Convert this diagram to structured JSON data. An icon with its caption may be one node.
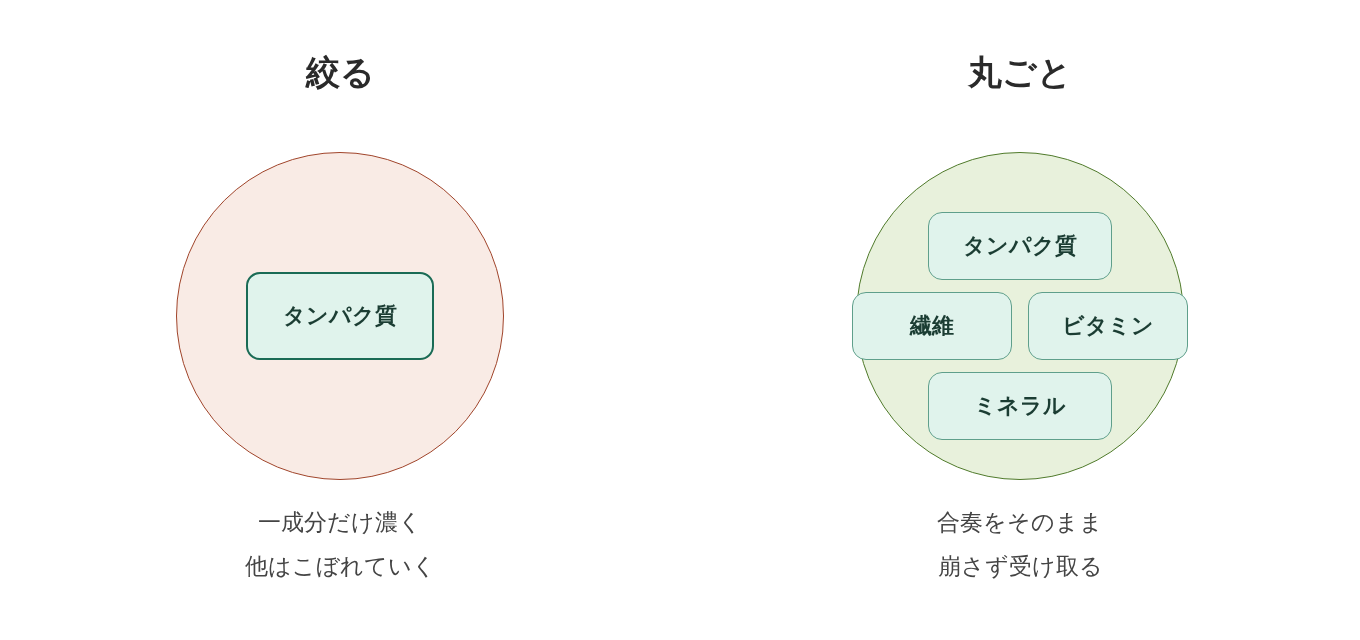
{
  "diagram": {
    "nodes": [
      {
        "text": [
          "絞る"
        ],
        "beside": [
          "一成分だけ濃く",
          "他はこぼれていく"
        ]
      },
      {
        "text": [
          "タンパク質"
        ],
        "in": 0
      },
      {
        "text": [
          "丸ごと"
        ],
        "beside": [
          "合奏をそのまま",
          "崩さず受け取る"
        ]
      },
      {
        "text": [
          "タンパク質"
        ],
        "in": 2
      },
      {
        "text": [
          "繊維"
        ],
        "in": 2
      },
      {
        "text": [
          "ビタミン"
        ],
        "in": 2
      },
      {
        "text": [
          "ミネラル"
        ],
        "in": 2
      }
    ]
  }
}
